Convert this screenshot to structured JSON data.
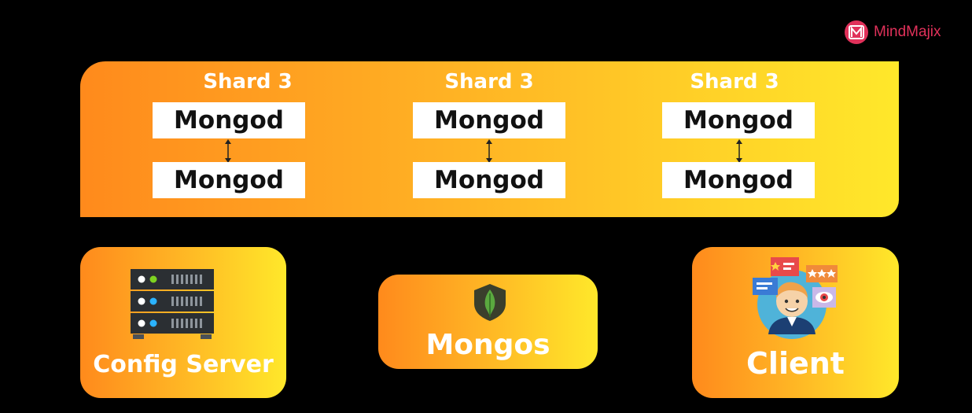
{
  "brand": {
    "logo_text": "MindMajix"
  },
  "shards": [
    {
      "title": "Shard 3",
      "primary": "Mongod",
      "secondary": "Mongod"
    },
    {
      "title": "Shard 3",
      "primary": "Mongod",
      "secondary": "Mongod"
    },
    {
      "title": "Shard 3",
      "primary": "Mongod",
      "secondary": "Mongod"
    }
  ],
  "config_server": {
    "label": "Config Server",
    "icon": "server-rack-icon"
  },
  "mongos": {
    "label": "Mongos",
    "icon": "mongodb-leaf-icon"
  },
  "client": {
    "label": "Client",
    "icon": "client-avatar-icon"
  },
  "colors": {
    "gradient_start": "#ff8a1c",
    "gradient_end": "#ffe82a",
    "brand": "#e0315a",
    "background": "#000000"
  }
}
